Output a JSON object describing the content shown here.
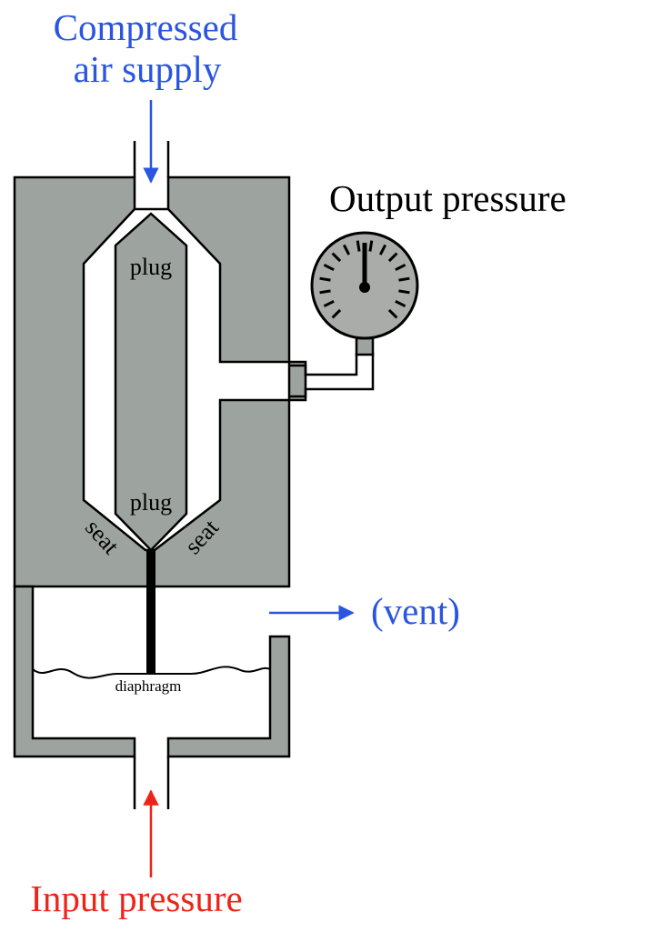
{
  "labels": {
    "supply_line1": "Compressed",
    "supply_line2": "air supply",
    "output": "Output pressure",
    "plug_upper": "plug",
    "plug_lower": "plug",
    "seat_left": "seat",
    "seat_right": "seat",
    "vent": "(vent)",
    "diaphragm": "diaphragm",
    "input": "Input pressure"
  },
  "colors": {
    "body": "#9da39e",
    "line": "#000000",
    "supply": "#2a55e0",
    "vent": "#2a55e0",
    "input": "#ee2418",
    "gauge_face": "#a9aca9"
  }
}
